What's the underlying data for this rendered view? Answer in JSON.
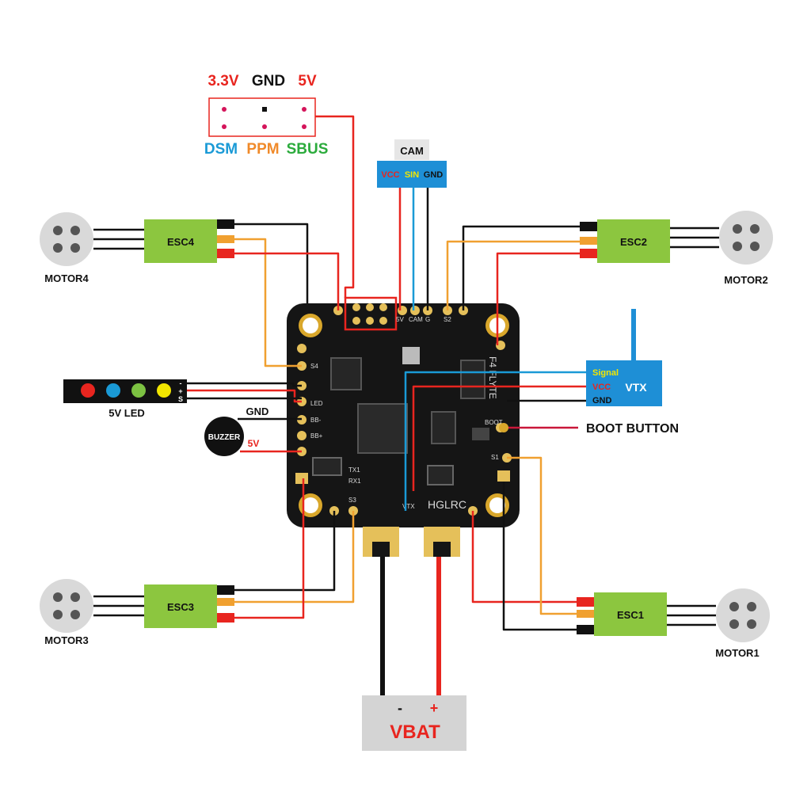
{
  "header_pins": {
    "top_labels": [
      {
        "text": "3.3V",
        "color": "#e8251f"
      },
      {
        "text": "GND",
        "color": "#111111"
      },
      {
        "text": "5V",
        "color": "#e8251f"
      }
    ],
    "bottom_labels": [
      {
        "text": "DSM",
        "color": "#1a9ad6"
      },
      {
        "text": "PPM",
        "color": "#f08a2a"
      },
      {
        "text": "SBUS",
        "color": "#2bab3c"
      }
    ]
  },
  "camera": {
    "title": "CAM",
    "pins": [
      {
        "text": "VCC",
        "color": "#e8251f"
      },
      {
        "text": "SIN",
        "color": "#f2e600"
      },
      {
        "text": "GND",
        "color": "#111111"
      }
    ]
  },
  "escs": {
    "esc1": "ESC1",
    "esc2": "ESC2",
    "esc3": "ESC3",
    "esc4": "ESC4"
  },
  "motors": {
    "motor1": "MOTOR1",
    "motor2": "MOTOR2",
    "motor3": "MOTOR3",
    "motor4": "MOTOR4"
  },
  "led_strip": {
    "label": "5V LED",
    "pins": [
      "-",
      "+",
      "S"
    ],
    "led_colors": [
      "#e8251f",
      "#1a9ad6",
      "#7cc242",
      "#f2e600"
    ]
  },
  "buzzer": {
    "label": "BUZZER",
    "gnd_label": "GND",
    "v_label": "5V"
  },
  "vtx": {
    "title": "VTX",
    "pins": [
      {
        "text": "Signal",
        "color": "#f2e600"
      },
      {
        "text": "VCC",
        "color": "#e8251f"
      },
      {
        "text": "GND",
        "color": "#111111"
      }
    ]
  },
  "boot_button": {
    "label": "BOOT BUTTON"
  },
  "battery": {
    "label": "VBAT",
    "minus": "-",
    "plus": "+"
  },
  "board": {
    "brand": "HGLRC",
    "model": "F4 FLYTE",
    "pads": [
      "S4",
      "S3",
      "S2",
      "S1",
      "LED",
      "BB-",
      "BB+",
      "TX1",
      "RX1",
      "VTX",
      "BOOT",
      "CAM",
      "5V",
      "G"
    ]
  },
  "colors": {
    "wire_red": "#e8251f",
    "wire_black": "#111111",
    "wire_orange": "#f0a030",
    "wire_blue": "#1a9ad6",
    "esc_green": "#8cc63f",
    "cam_blue": "#1e8fd6",
    "vtx_blue": "#1e8fd6",
    "motor_gray": "#d9d9d9",
    "board_black": "#151515",
    "battery_gray": "#d4d4d4"
  }
}
